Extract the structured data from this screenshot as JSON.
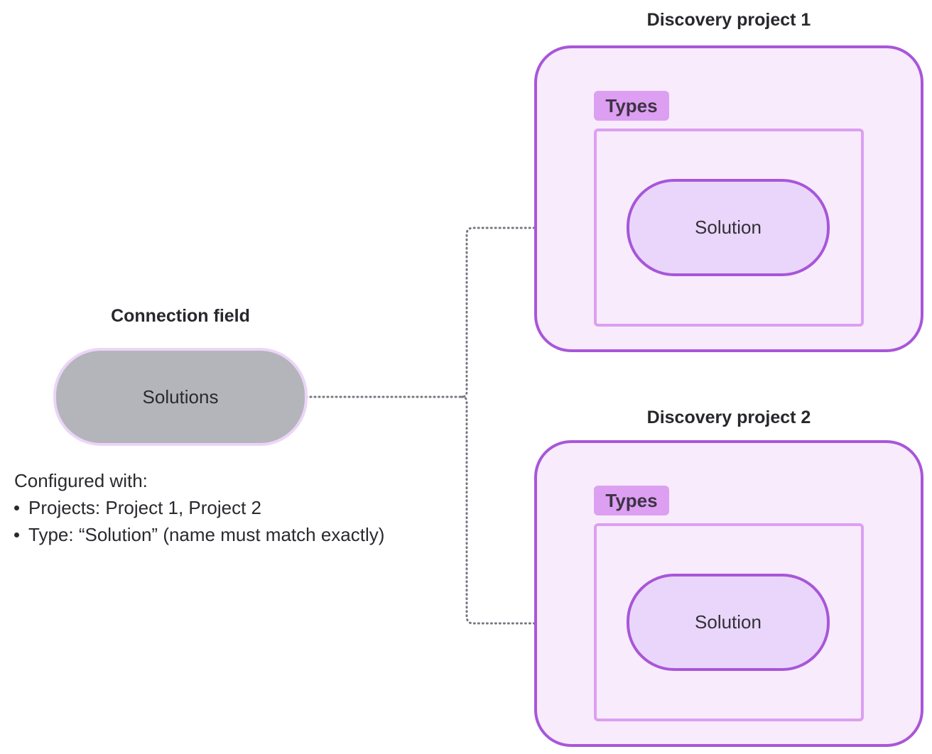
{
  "source": {
    "heading": "Connection field",
    "pill_label": "Solutions",
    "config_intro": "Configured with:",
    "config_items": [
      "Projects: Project 1, Project 2",
      "Type: “Solution” (name must match exactly)"
    ]
  },
  "projects": [
    {
      "heading": "Discovery project 1",
      "types_label": "Types",
      "solution_label": "Solution"
    },
    {
      "heading": "Discovery project 2",
      "types_label": "Types",
      "solution_label": "Solution"
    }
  ],
  "colors": {
    "project_border": "#a856d9",
    "project_fill": "#f8ebfc",
    "types_tag": "#dc9ff1",
    "solution_fill": "#ead6fb",
    "source_fill": "#b4b5ba",
    "connector": "#7a7680"
  }
}
